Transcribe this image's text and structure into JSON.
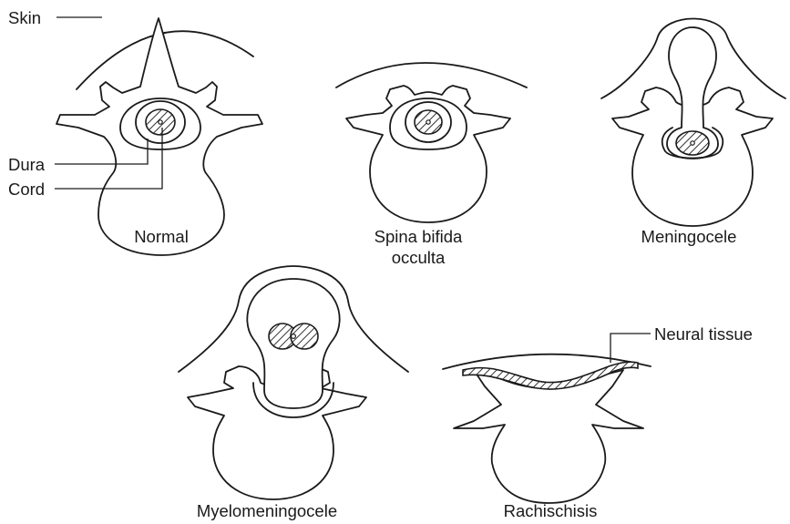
{
  "labels": {
    "skin": "Skin",
    "dura": "Dura",
    "cord": "Cord",
    "neural_tissue": "Neural tissue"
  },
  "captions": {
    "normal": "Normal",
    "spina_bifida_line1": "Spina bifida",
    "spina_bifida_line2": "occulta",
    "meningocele": "Meningocele",
    "myelomeningocele": "Myelomeningocele",
    "rachischisis": "Rachischisis"
  }
}
